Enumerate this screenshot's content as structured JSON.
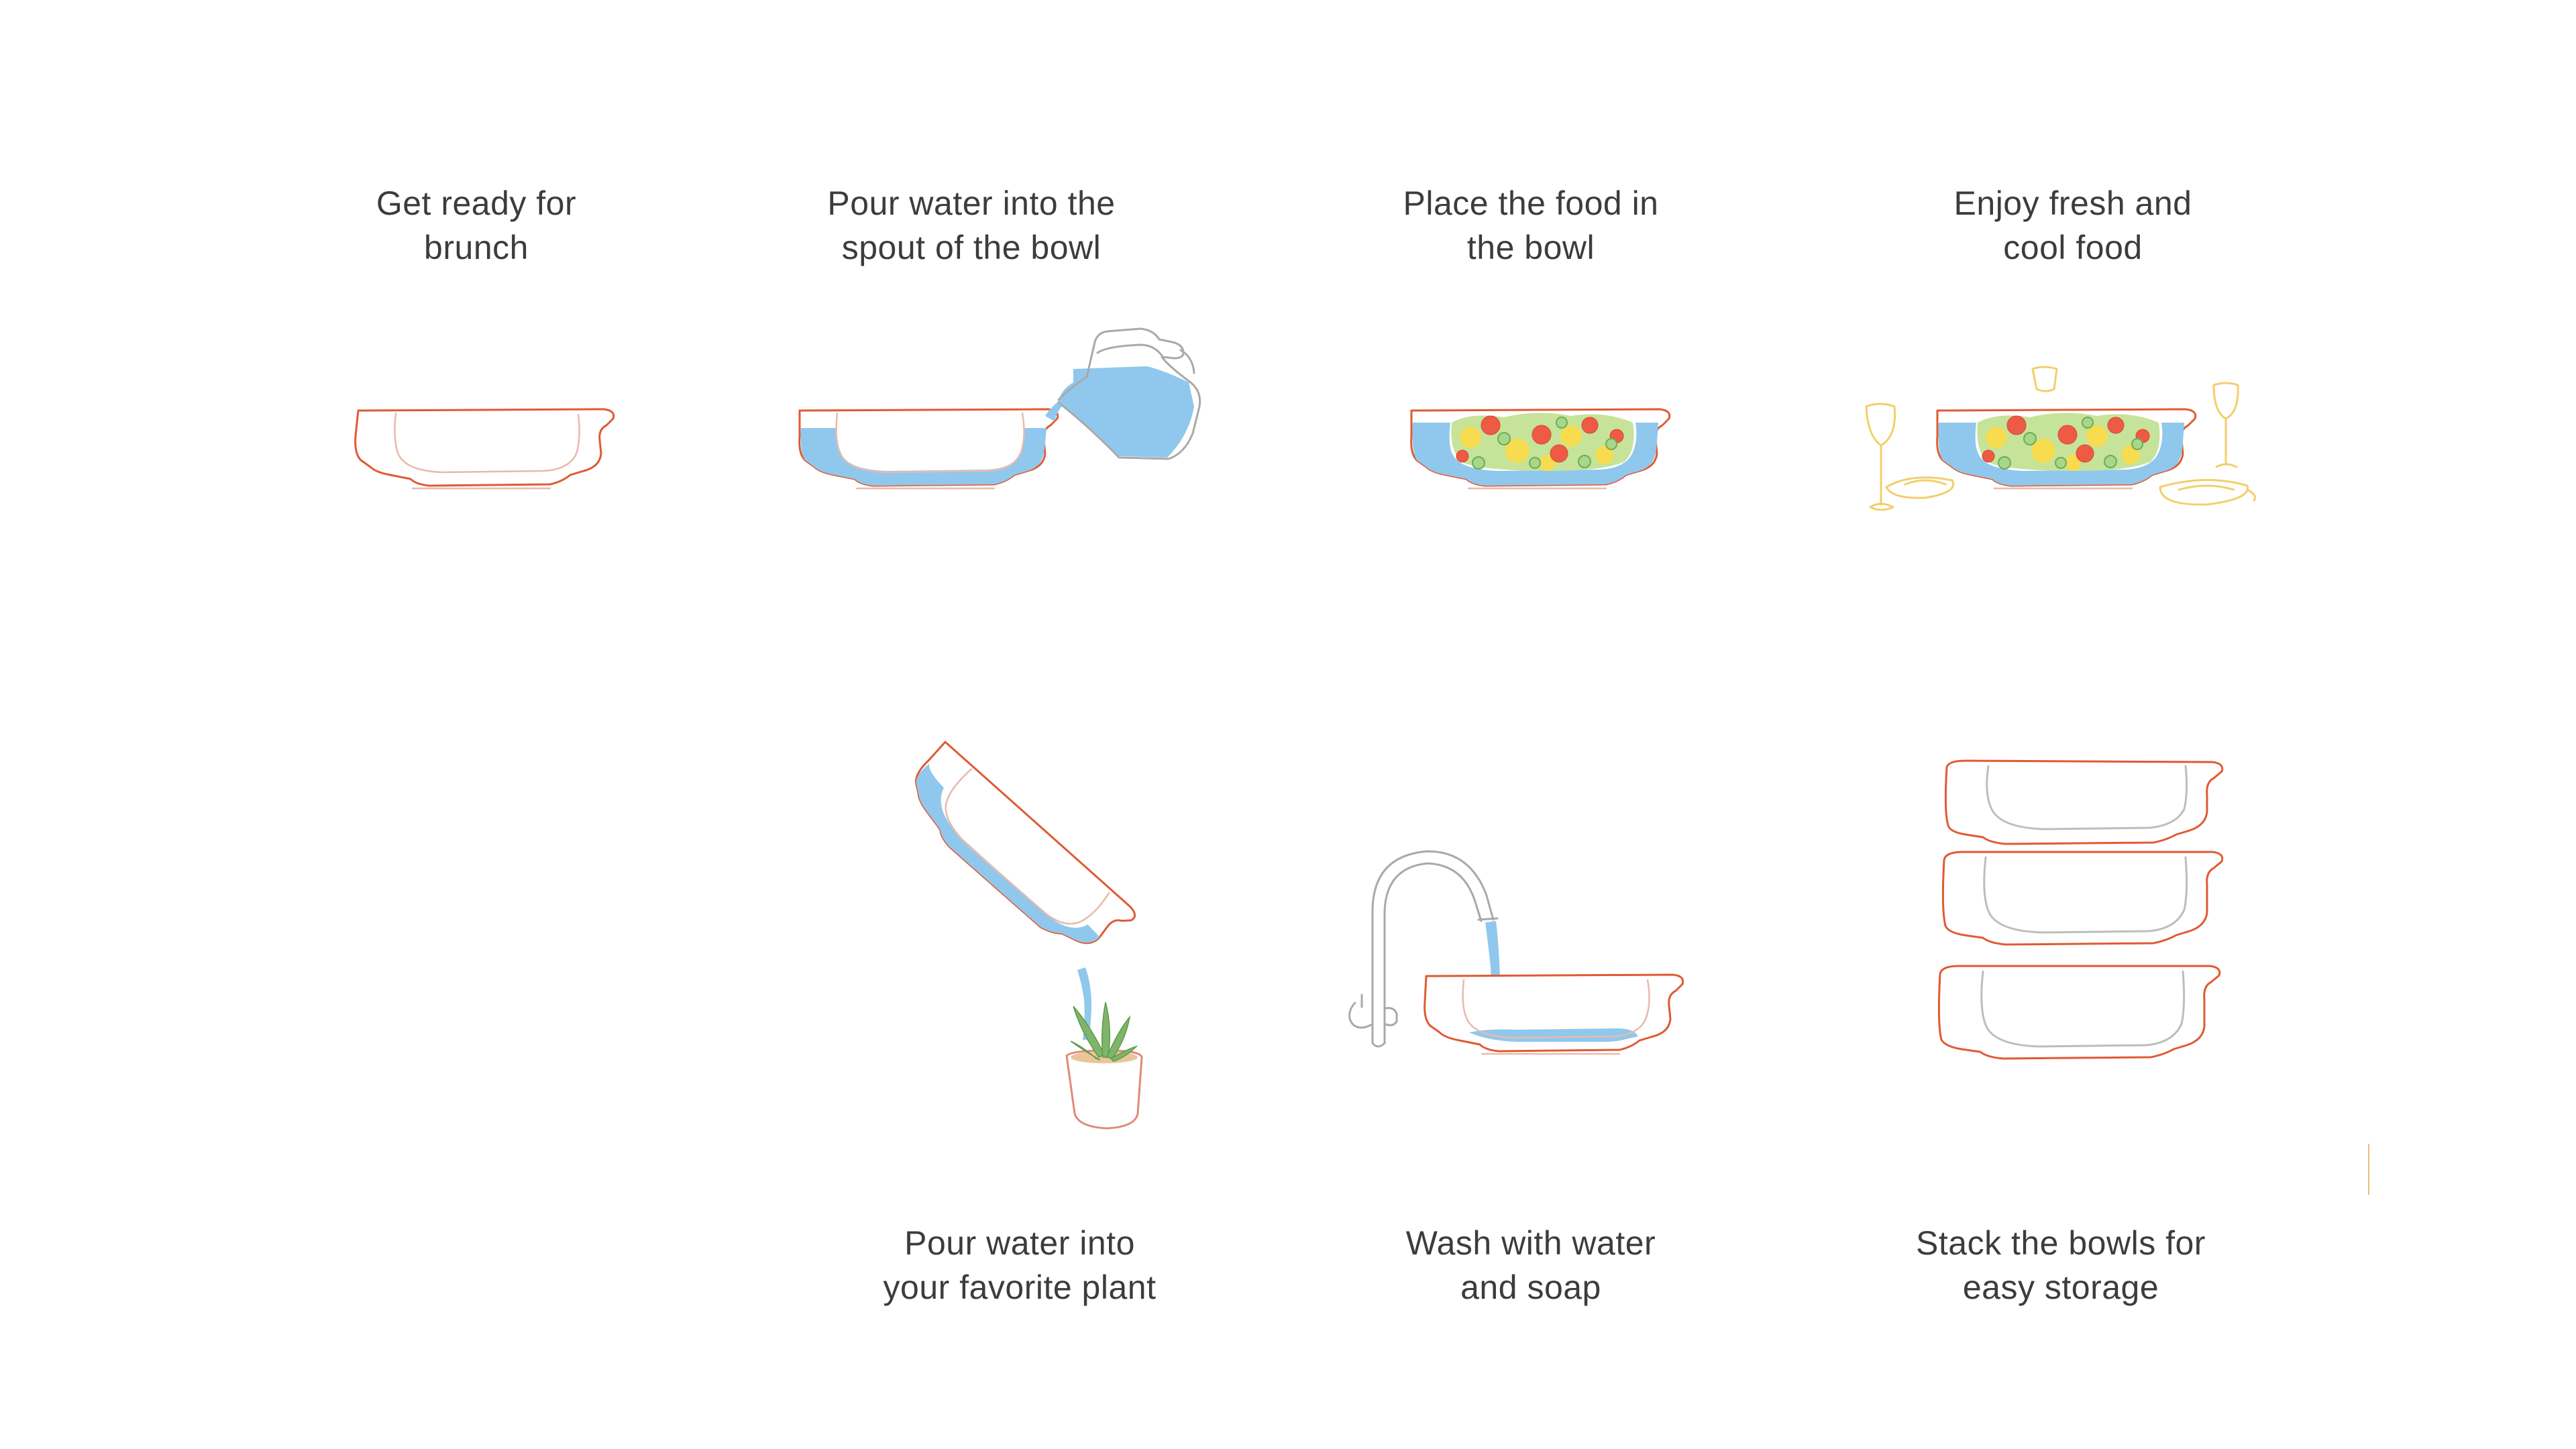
{
  "steps": [
    {
      "id": "get-ready",
      "lines": [
        "Get ready for",
        "brunch"
      ]
    },
    {
      "id": "pour-spout",
      "lines": [
        "Pour water into the",
        "spout of the bowl"
      ]
    },
    {
      "id": "place-food",
      "lines": [
        "Place the food in",
        "the bowl"
      ]
    },
    {
      "id": "enjoy",
      "lines": [
        "Enjoy fresh and",
        "cool food"
      ]
    },
    {
      "id": "pour-plant",
      "lines": [
        "Pour water into",
        "your favorite plant"
      ]
    },
    {
      "id": "wash",
      "lines": [
        "Wash with water",
        "and soap"
      ]
    },
    {
      "id": "stack",
      "lines": [
        "Stack the bowls for",
        "easy storage"
      ]
    }
  ],
  "colors": {
    "bowl_outline": "#e05a33",
    "water": "#8fc8ec",
    "glassware": "#f3cf6a",
    "tap_and_jug": "#a9a9a9",
    "text": "#3c3c3c"
  },
  "icons": {
    "get-ready": "empty-bowl-icon",
    "pour-spout": "jug-pouring-into-bowl-icon",
    "place-food": "bowl-with-salad-icon",
    "enjoy": "salad-bowl-with-glasses-icon",
    "pour-plant": "bowl-pouring-into-plant-icon",
    "wash": "faucet-filling-bowl-icon",
    "stack": "stacked-bowls-icon"
  }
}
